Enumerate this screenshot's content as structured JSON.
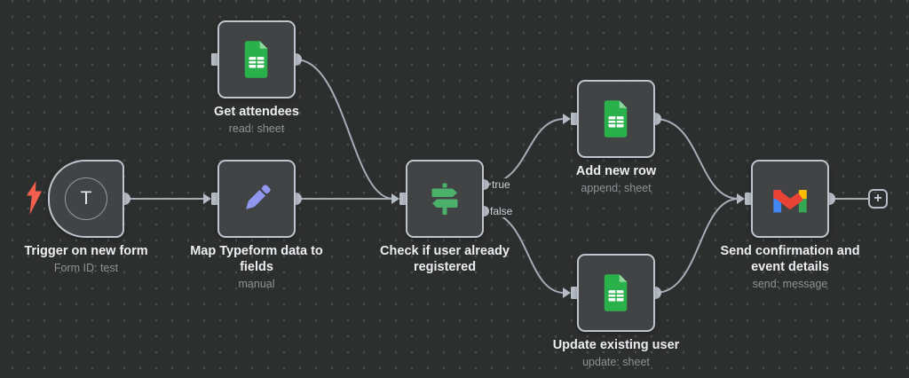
{
  "workflow": {
    "nodes": [
      {
        "id": "trigger",
        "title": "Trigger on new form",
        "subtitle": "Form ID: test",
        "icon": "typeform-trigger-letter",
        "icon_letter": "T",
        "type": "trigger"
      },
      {
        "id": "get-attendees",
        "title": "Get attendees",
        "subtitle": "read: sheet",
        "icon": "google-sheets"
      },
      {
        "id": "map-typeform-data",
        "title": "Map Typeform data to fields",
        "subtitle": "manual",
        "icon": "pencil"
      },
      {
        "id": "check-user-registered",
        "title": "Check if user already registered",
        "subtitle": "",
        "icon": "signpost",
        "outputs": [
          {
            "label": "true"
          },
          {
            "label": "false"
          }
        ]
      },
      {
        "id": "add-new-row",
        "title": "Add new row",
        "subtitle": "append: sheet",
        "icon": "google-sheets"
      },
      {
        "id": "update-existing-user",
        "title": "Update existing user",
        "subtitle": "update: sheet",
        "icon": "google-sheets"
      },
      {
        "id": "send-confirmation",
        "title": "Send confirmation and event details",
        "subtitle": "send: message",
        "icon": "gmail"
      }
    ],
    "add_node_button": "+",
    "colors": {
      "canvas_bg": "#2d2e2e",
      "node_bg": "#414344",
      "node_border": "#c0c5cd",
      "wire": "#a7adb7",
      "trigger_bolt_red": "#f4604d",
      "sheets_green": "#2bb14c",
      "sheets_fold_green": "#8fd79f",
      "pencil_purple": "#8f97ef",
      "signpost_green": "#4bb06a",
      "gmail_blue": "#4285F4",
      "gmail_green": "#34A853",
      "gmail_yellow": "#FBBC04",
      "gmail_red": "#EA4335"
    }
  }
}
